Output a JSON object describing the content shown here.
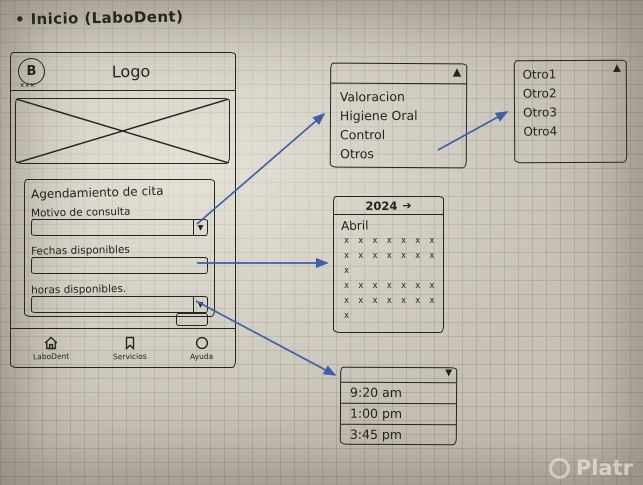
{
  "page": {
    "title": "• Inicio (LaboDent)"
  },
  "phone": {
    "logo": {
      "badge": "B",
      "badge_sub": "xxx",
      "label": "Logo"
    },
    "form": {
      "heading": "Agendamiento de cita",
      "motivo_label": "Motivo de consulta",
      "fechas_label": "Fechas disponibles",
      "horas_label": "horas disponibles.",
      "dropdown_caret": "▼"
    },
    "nav": {
      "items": [
        {
          "label": "LaboDent"
        },
        {
          "label": "Servicios"
        },
        {
          "label": "Ayuda"
        }
      ]
    }
  },
  "motivo_popup": {
    "caret": "▲",
    "items": [
      "Valoracion",
      "Higiene Oral",
      "Control",
      "Otros"
    ]
  },
  "otros_popup": {
    "caret": "▲",
    "items": [
      "Otro1",
      "Otro2",
      "Otro3",
      "Otro4"
    ]
  },
  "calendar": {
    "year": "2024",
    "next_arrow": "➔",
    "month": "Abril",
    "rows": [
      "x x x x x x x",
      "x x x x x x x x",
      "x x x x x x x",
      "x x x x x x x x"
    ]
  },
  "time_popup": {
    "caret": "▼",
    "items": [
      "9:20 am",
      "1:00 pm",
      "3:45 pm"
    ]
  },
  "watermark": {
    "label": "Platr"
  }
}
